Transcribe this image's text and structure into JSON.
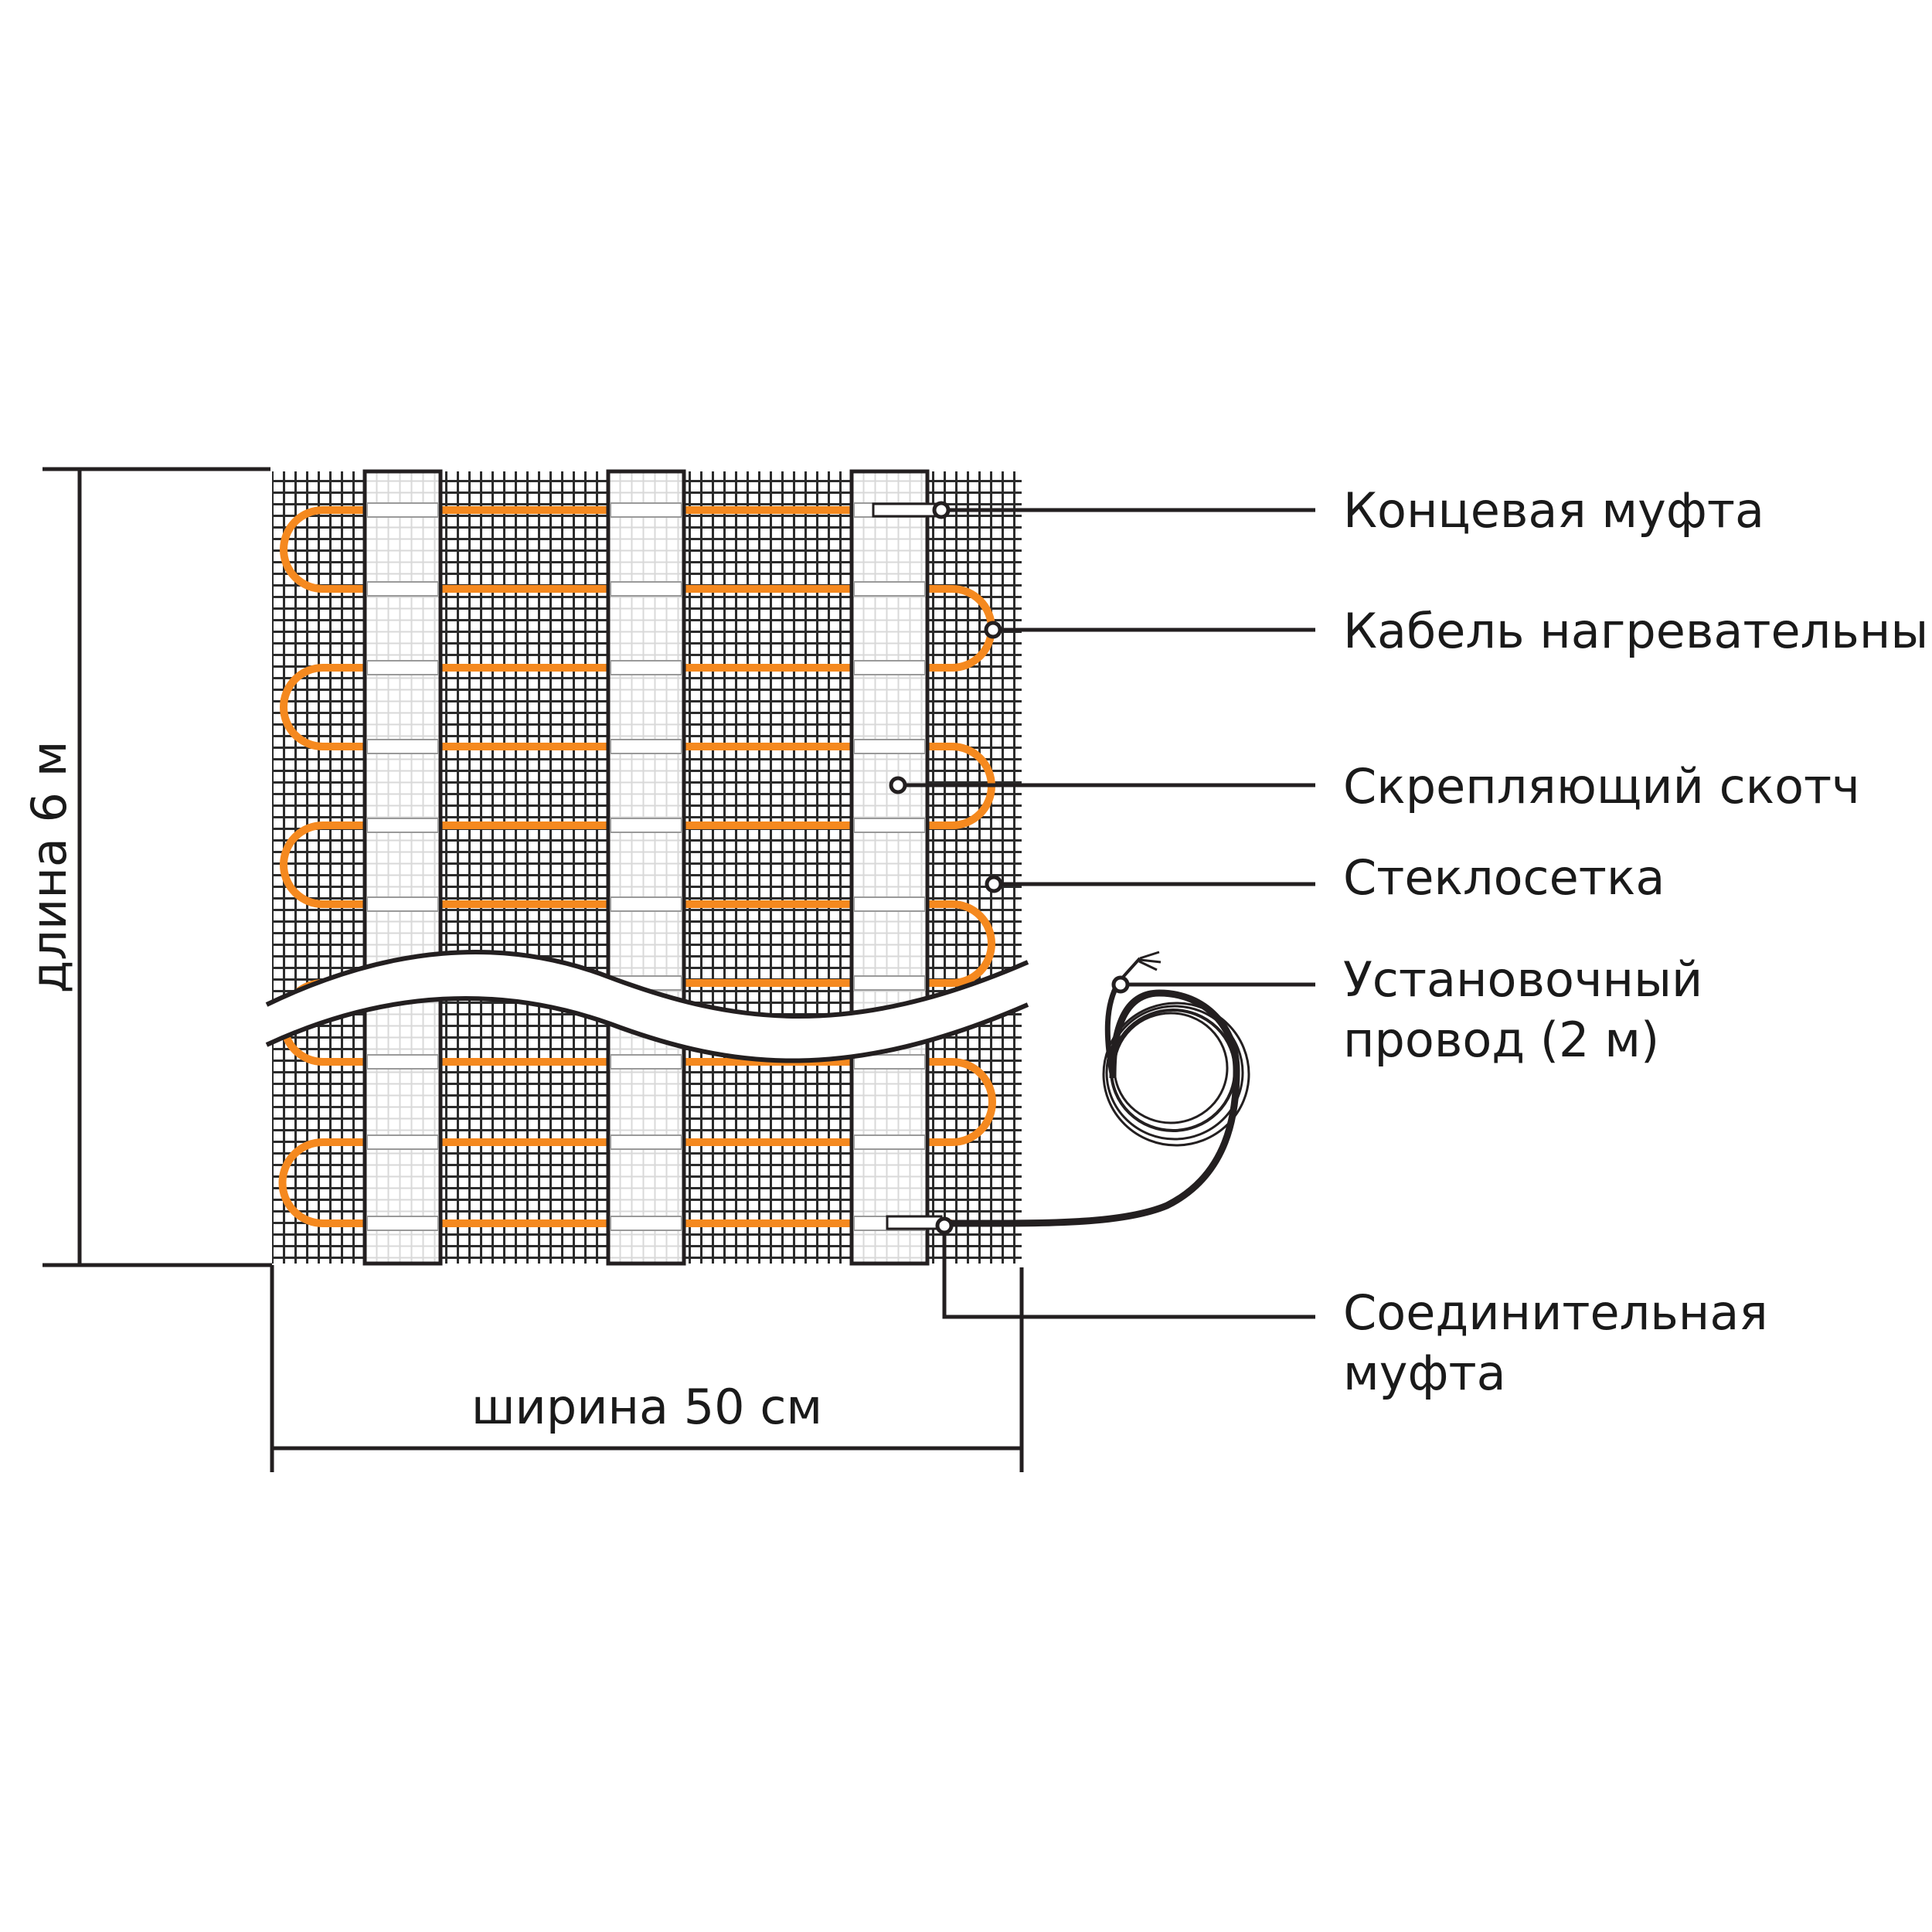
{
  "dimensions": {
    "length_label": "длина 6 м",
    "width_label": "ширина 50 см"
  },
  "callouts": {
    "end_coupling": "Концевая муфта",
    "heating_cable": "Кабель нагревательный",
    "tape": "Скрепляющий скотч",
    "mesh": "Стеклосетка",
    "install_wire_line1": "Установочный",
    "install_wire_line2": "провод (2 м)",
    "connect_coupling_line1": "Соединительная",
    "connect_coupling_line2": "муфта"
  },
  "colors": {
    "cable": "#f5891f",
    "lines": "#231f20",
    "mesh": "#2b2b2b",
    "background": "#ffffff"
  }
}
